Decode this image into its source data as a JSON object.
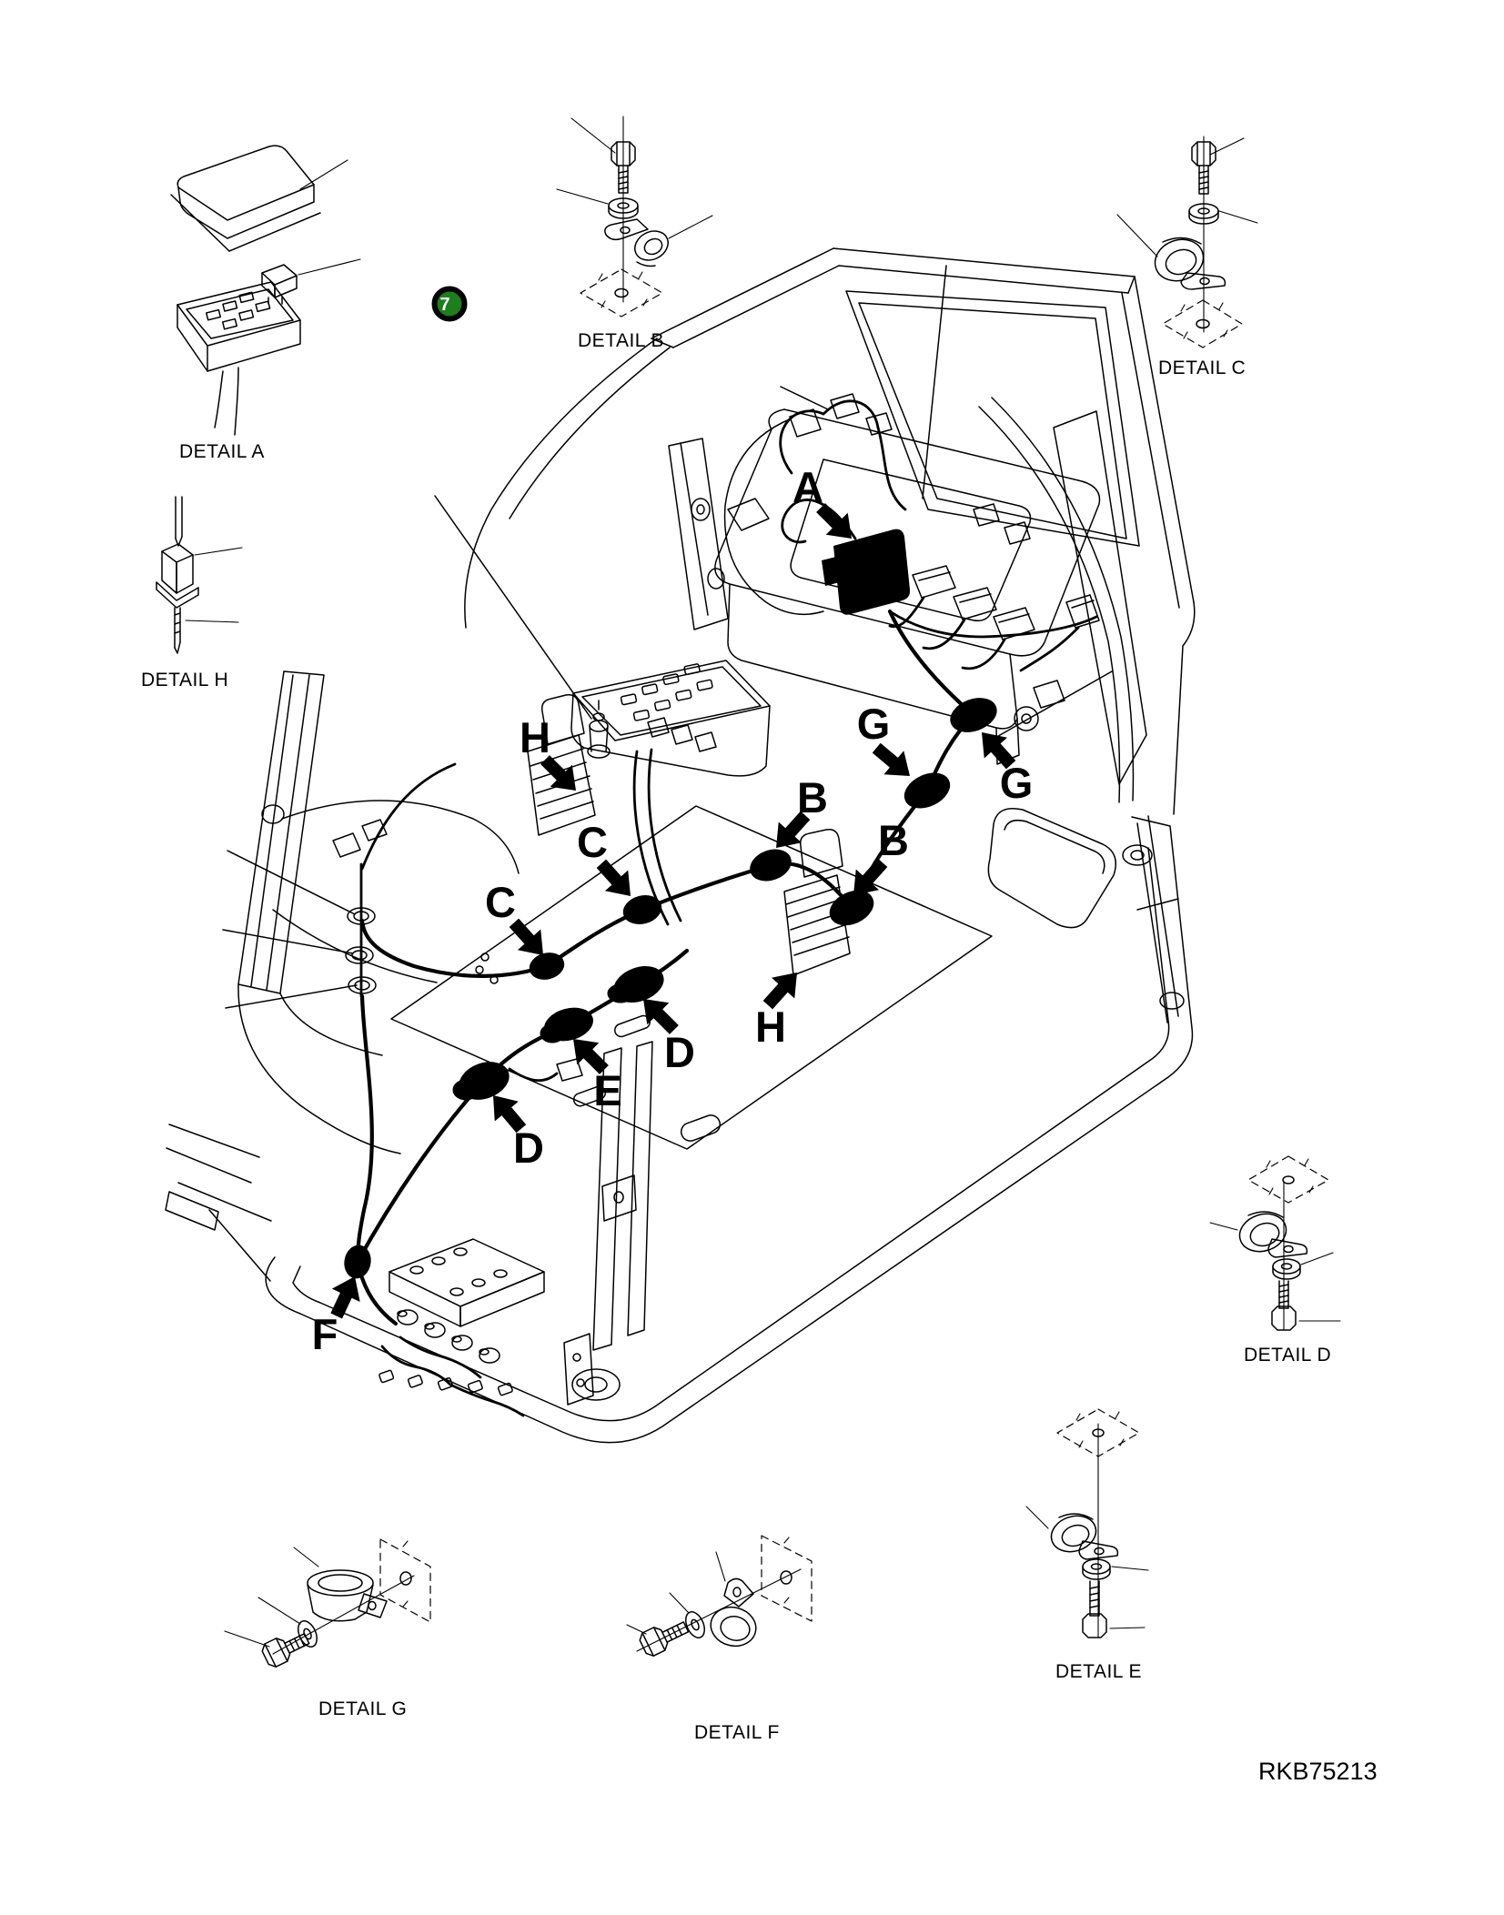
{
  "drawing": {
    "number": "RKB75213",
    "badge": {
      "value": "7",
      "fill": "#1c7e1c",
      "ring": "#000000",
      "text_color": "#ffffff"
    }
  },
  "details": [
    {
      "id": "A",
      "caption": "DETAIL A"
    },
    {
      "id": "B",
      "caption": "DETAIL B"
    },
    {
      "id": "C",
      "caption": "DETAIL C"
    },
    {
      "id": "D",
      "caption": "DETAIL D"
    },
    {
      "id": "E",
      "caption": "DETAIL E"
    },
    {
      "id": "F",
      "caption": "DETAIL F"
    },
    {
      "id": "G",
      "caption": "DETAIL G"
    },
    {
      "id": "H",
      "caption": "DETAIL H"
    }
  ],
  "callouts": [
    {
      "letter": "A"
    },
    {
      "letter": "B"
    },
    {
      "letter": "B"
    },
    {
      "letter": "C"
    },
    {
      "letter": "C"
    },
    {
      "letter": "D"
    },
    {
      "letter": "D"
    },
    {
      "letter": "E"
    },
    {
      "letter": "F"
    },
    {
      "letter": "G"
    },
    {
      "letter": "G"
    },
    {
      "letter": "H"
    },
    {
      "letter": "H"
    }
  ]
}
